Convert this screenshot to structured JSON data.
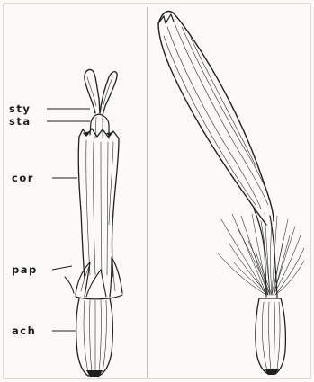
{
  "figure": {
    "labels": {
      "style": "sty",
      "stamens": "sta",
      "corolla": "cor",
      "pappus": "pap",
      "achene": "ach"
    }
  }
}
